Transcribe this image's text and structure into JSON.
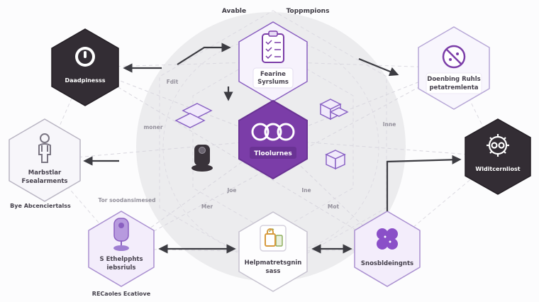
{
  "title_labels": {
    "avable": "Avable",
    "toppmpions": "Toppmpions"
  },
  "nodes": {
    "readiness": {
      "label": "Daadpinesss"
    },
    "feature_systems": {
      "line1": "Fearine",
      "line2": "Syrslums"
    },
    "blocking_rules": {
      "line1": "Doenbing Ruhls",
      "line2": "petatremlenta"
    },
    "member_requirements": {
      "line1": "Marbstlar",
      "line2": "Fsealarments"
    },
    "core": {
      "label": "Tloolurnes"
    },
    "whitelist": {
      "label": "Wlditcernliost"
    },
    "insights": {
      "line1": "S Ethelpphts",
      "line2": "iebsriuls"
    },
    "marketplace": {
      "line1": "Helpmatretsgnin",
      "line2": "sass"
    },
    "embeddings": {
      "label": "Snosbldeingnts"
    }
  },
  "captions": {
    "bye_abcenciertalss": "Bye Abcenciertalss",
    "tor_soodansimesed": "Tor soodansimesed",
    "recaoles_ecatiove": "RECaoles Ecatiove"
  },
  "connector_labels": {
    "fdit": "Fdit",
    "moner": "moner",
    "inne": "Inne",
    "joe": "Joe",
    "ine": "Ine",
    "mer": "Mer",
    "mot": "Mot"
  },
  "colors": {
    "accent_purple": "#7b3da8",
    "lavender_fill": "#f3edfb",
    "lavender_border": "#a98fd0",
    "dark_node": "#332d34",
    "arrow": "#3c3c42",
    "background_circle": "#ececee"
  }
}
